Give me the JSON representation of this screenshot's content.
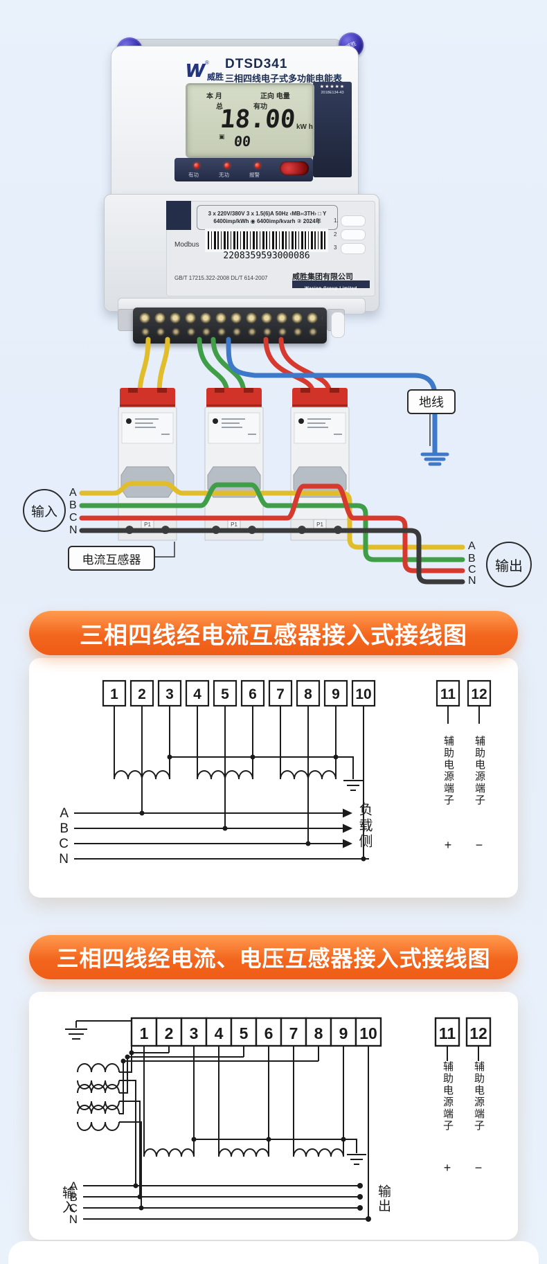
{
  "meter": {
    "brand_logo": "W",
    "reg": "®",
    "brand_name": "威胜",
    "model": "DTSD341",
    "title": "三相四线电子式多功能电能表",
    "stars": "★★★★★",
    "cert": "2018E134-43",
    "lcd": {
      "row1_left": "本 月",
      "row1_right": "正向 电量",
      "row2_left": "总",
      "row2_right": "有功",
      "value": "18.00",
      "unit": "kW h",
      "icon": "▣",
      "sub_value": "00"
    },
    "leds": [
      "有功",
      "无功",
      "报警"
    ],
    "specs_line1": "3 x 220V/380V  3 x 1.5(6)A  50Hz ‹MB›‹3TH› □ Y",
    "specs_line2": "6400imp/kWh ◉ 6400imp/kvarh ②  2024年",
    "protocol": "Modbus",
    "barcode": "2208359593000086",
    "side_numbers": [
      "1.",
      "2",
      "3"
    ],
    "standards": "GB/T 17215.322-2008  DL/T 614-2007",
    "company_cn": "威胜集团有限公司",
    "company_en": "Wasion Group Limited"
  },
  "wiring": {
    "ground_label": "地线",
    "input_label": "输入",
    "output_label": "输出",
    "ct_label": "电流互感器",
    "ct_mark": "P1",
    "phases": [
      "A",
      "B",
      "C",
      "N"
    ],
    "wire_colors": {
      "a": "#e2bd2b",
      "b": "#3f9e47",
      "c": "#d63a2f",
      "n": "#3a3a3a",
      "ground": "#3e78c8"
    }
  },
  "banner1": {
    "text": "三相四线经电流互感器接入式接线图",
    "bg": "#f3661e"
  },
  "banner2": {
    "text": "三相四线经电流、电压互感器接入式接线图"
  },
  "diagram1": {
    "terminals": [
      "1",
      "2",
      "3",
      "4",
      "5",
      "6",
      "7",
      "8",
      "9",
      "10"
    ],
    "aux_terminals": [
      "11",
      "12"
    ],
    "aux_label": "辅助电源端子",
    "aux_plus": "+",
    "aux_minus": "−",
    "phases": [
      "A",
      "B",
      "C",
      "N"
    ],
    "load_side": "负载侧"
  },
  "diagram2": {
    "terminals": [
      "1",
      "2",
      "3",
      "4",
      "5",
      "6",
      "7",
      "8",
      "9",
      "10"
    ],
    "aux_terminals": [
      "11",
      "12"
    ],
    "aux_label": "辅助电源端子",
    "aux_plus": "+",
    "aux_minus": "−",
    "phases": [
      "A",
      "B",
      "C",
      "N"
    ],
    "input_label": "输入",
    "output_label": "输出"
  }
}
